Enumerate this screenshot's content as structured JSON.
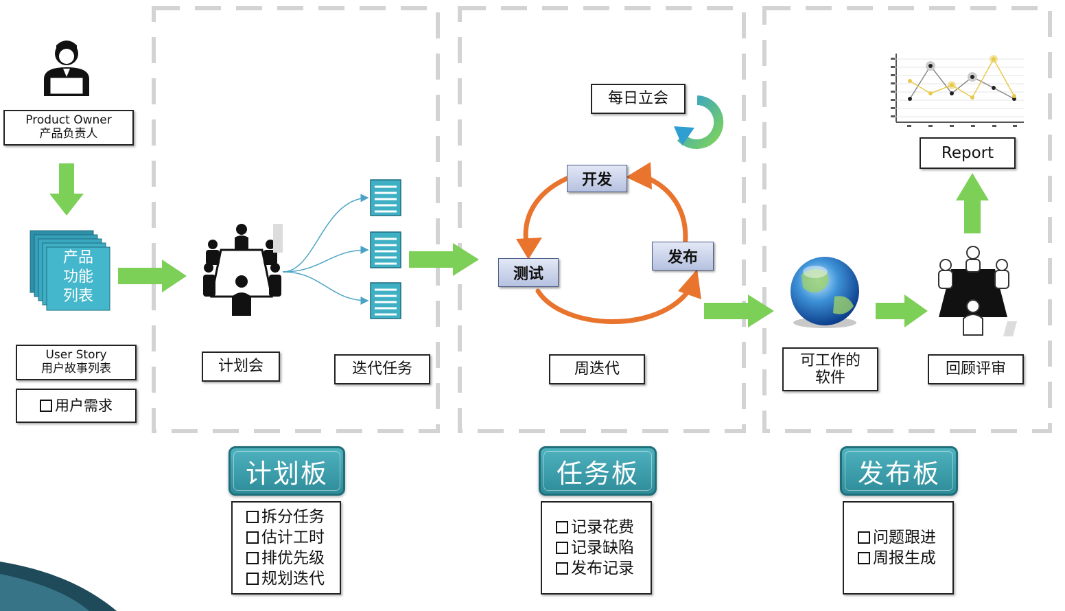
{
  "product_owner": {
    "line1": "Product Owner",
    "line2": "产品负责人"
  },
  "backlog_card": {
    "line1": "产品",
    "line2": "功能",
    "line3": "列表"
  },
  "user_story": {
    "line1": "User Story",
    "line2": "用户故事列表"
  },
  "user_needs": "用户需求",
  "planning_meeting": "计划会",
  "iteration_tasks": "迭代任务",
  "daily_standup": "每日立会",
  "cycle": {
    "develop": "开发",
    "test": "测试",
    "release": "发布"
  },
  "weekly_iteration": "周迭代",
  "working_software": {
    "line1": "可工作的",
    "line2": "软件"
  },
  "review": "回顾评审",
  "report": "Report",
  "boards": [
    {
      "title": "计划板",
      "items": [
        "拆分任务",
        "估计工时",
        "排优先级",
        "规划迭代"
      ]
    },
    {
      "title": "任务板",
      "items": [
        "记录花费",
        "记录缺陷",
        "发布记录"
      ]
    },
    {
      "title": "发布板",
      "items": [
        "问题跟进",
        "周报生成"
      ]
    }
  ],
  "colors": {
    "arrow_green": "#7ccf57",
    "cycle_orange": "#e8742e",
    "board_teal": "#3a9eab",
    "card_teal": "#3fb0c4"
  }
}
